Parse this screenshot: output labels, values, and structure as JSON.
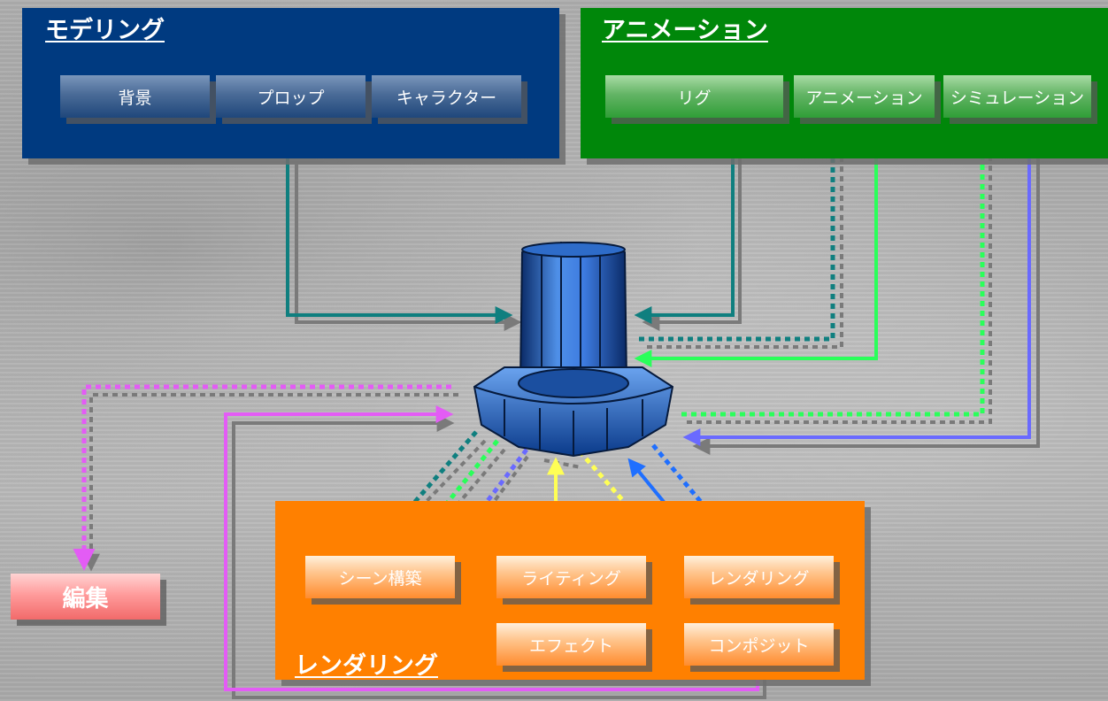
{
  "modeling": {
    "title": "モデリング",
    "items": [
      "背景",
      "プロップ",
      "キャラクター"
    ]
  },
  "animation": {
    "title": "アニメーション",
    "items": [
      "リグ",
      "アニメーション",
      "シミュレーション"
    ]
  },
  "rendering": {
    "title": "レンダリング",
    "items": [
      "シーン構築",
      "ライティング",
      "レンダリング",
      "エフェクト",
      "コンポジット"
    ]
  },
  "editing": {
    "label": "編集"
  },
  "server": {
    "icon": "supercomputer-icon"
  },
  "colors": {
    "modeling_panel": "#003a80",
    "animation_panel": "#00870a",
    "rendering_panel": "#ff8000",
    "editing_button": "#f26a6a",
    "flow_teal": "#0f7f7f",
    "flow_green": "#2aff5a",
    "flow_purple": "#6a6aff",
    "flow_magenta": "#e35cf5",
    "flow_yellow": "#ffff55",
    "flow_blue": "#1f6fff",
    "flow_white": "#ffffff"
  }
}
